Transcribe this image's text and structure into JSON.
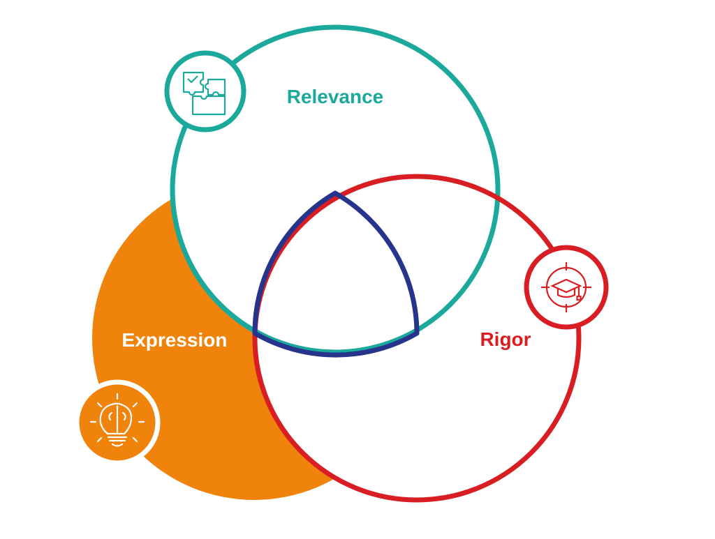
{
  "diagram": {
    "type": "venn",
    "sets": [
      {
        "key": "relevance",
        "label": "Relevance",
        "color": "#1aa99b",
        "icon": "puzzle-pieces-icon"
      },
      {
        "key": "rigor",
        "label": "Rigor",
        "color": "#d91e23",
        "icon": "graduation-cap-target-icon"
      },
      {
        "key": "expression",
        "label": "Expression",
        "color": "#ef830c",
        "icon": "lightbulb-brain-icon"
      }
    ],
    "center_color": "#27348b",
    "highlighted_set": "expression"
  }
}
